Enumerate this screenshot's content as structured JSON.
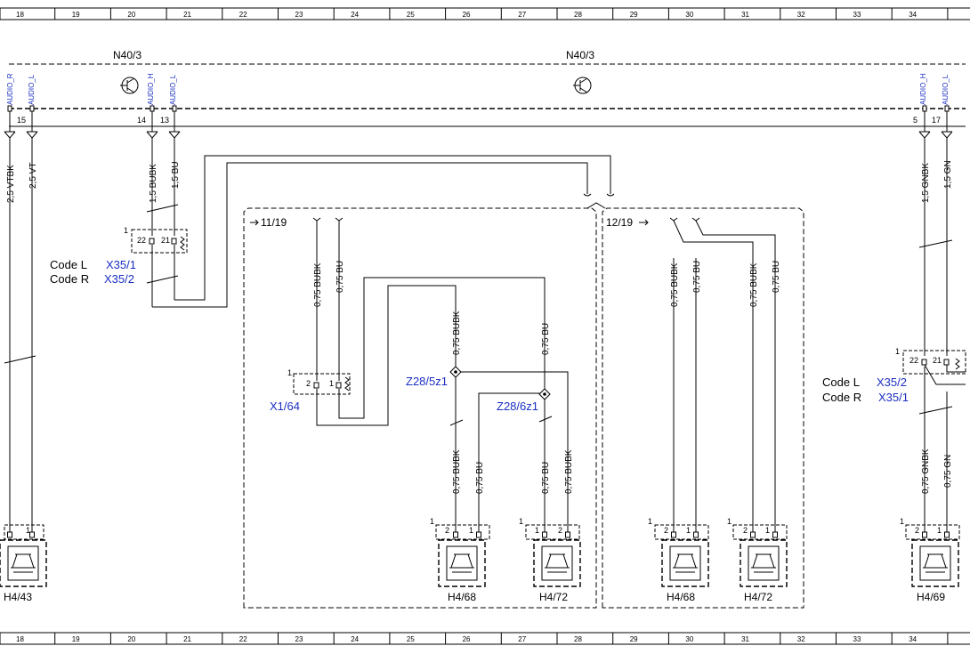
{
  "grid": {
    "columns": [
      "18",
      "19",
      "20",
      "21",
      "22",
      "23",
      "24",
      "25",
      "26",
      "27",
      "28",
      "29",
      "30",
      "31",
      "32",
      "33",
      "34"
    ]
  },
  "components": {
    "n40_left": "N40/3",
    "n40_right": "N40/3",
    "signals": {
      "s1": "AUDIO_R",
      "s2": "AUDIO_L",
      "s3": "AUDIO_H",
      "s4": "AUDIO_L",
      "s5": "AUDIO_H",
      "s6": "AUDIO_L"
    },
    "pins": {
      "p15": "15",
      "p14": "14",
      "p13": "13",
      "p5": "5",
      "p17": "17",
      "c1a": "1",
      "c22a": "22",
      "c21a": "21",
      "c1b": "1",
      "c2b": "2",
      "c1b2": "1",
      "c1c": "1",
      "c22c": "22",
      "c21c": "21",
      "sp1_1": "1",
      "sp1_2": "1",
      "sp2_1": "1",
      "sp2_2": "2",
      "sp2_3": "1",
      "sp3_1": "1",
      "sp3_2": "1",
      "sp3_3": "2",
      "sp4_1": "1",
      "sp4_2": "2",
      "sp4_3": "1",
      "sp5_1": "1",
      "sp5_2": "2",
      "sp5_3": "1",
      "sp6_1": "1",
      "sp6_2": "2",
      "sp6_3": "1"
    },
    "wires": {
      "w_vtbk": "2,5 VTBK",
      "w_vt": "2,5 VT",
      "w_bubk1": "1,5 BUBK",
      "w_bu1": "1,5 BU",
      "w_gnbk1": "1,5 GNBK",
      "w_gn1": "1,5 GN",
      "w_a1": "0,75 BUBK",
      "w_a2": "0,75 BU",
      "w_b1": "0,75 BUBK",
      "w_b2": "0,75 BU",
      "w_c1": "0,75 BUBK",
      "w_c2": "0,75 BU",
      "w_c3": "0,75 BU",
      "w_c4": "0,75 BUBK",
      "w_d1": "0,75 BUBK",
      "w_d2": "0,75 BU",
      "w_d3": "0,75 BUBK",
      "w_d4": "0,75 BU",
      "w_e1": "0,75 GNBK",
      "w_e2": "0,75 GN"
    },
    "code_left_l": "Code L",
    "code_left_r": "Code R",
    "x35_left_l": "X35/1",
    "x35_left_r": "X35/2",
    "code_right_l": "Code L",
    "code_right_r": "Code R",
    "x35_right_l": "X35/2",
    "x35_right_r": "X35/1",
    "x1_64": "X1/64",
    "z28_5z1": "Z28/5z1",
    "z28_6z1": "Z28/6z1",
    "ref_11_19": "11/19",
    "ref_12_19": "12/19",
    "spk_h4_43": "H4/43",
    "spk_h4_68a": "H4/68",
    "spk_h4_72a": "H4/72",
    "spk_h4_68b": "H4/68",
    "spk_h4_72b": "H4/72",
    "spk_h4_69": "H4/69"
  },
  "colors": {
    "line": "#000000",
    "signal_text": "#1a2fc2",
    "background": "#ffffff"
  }
}
